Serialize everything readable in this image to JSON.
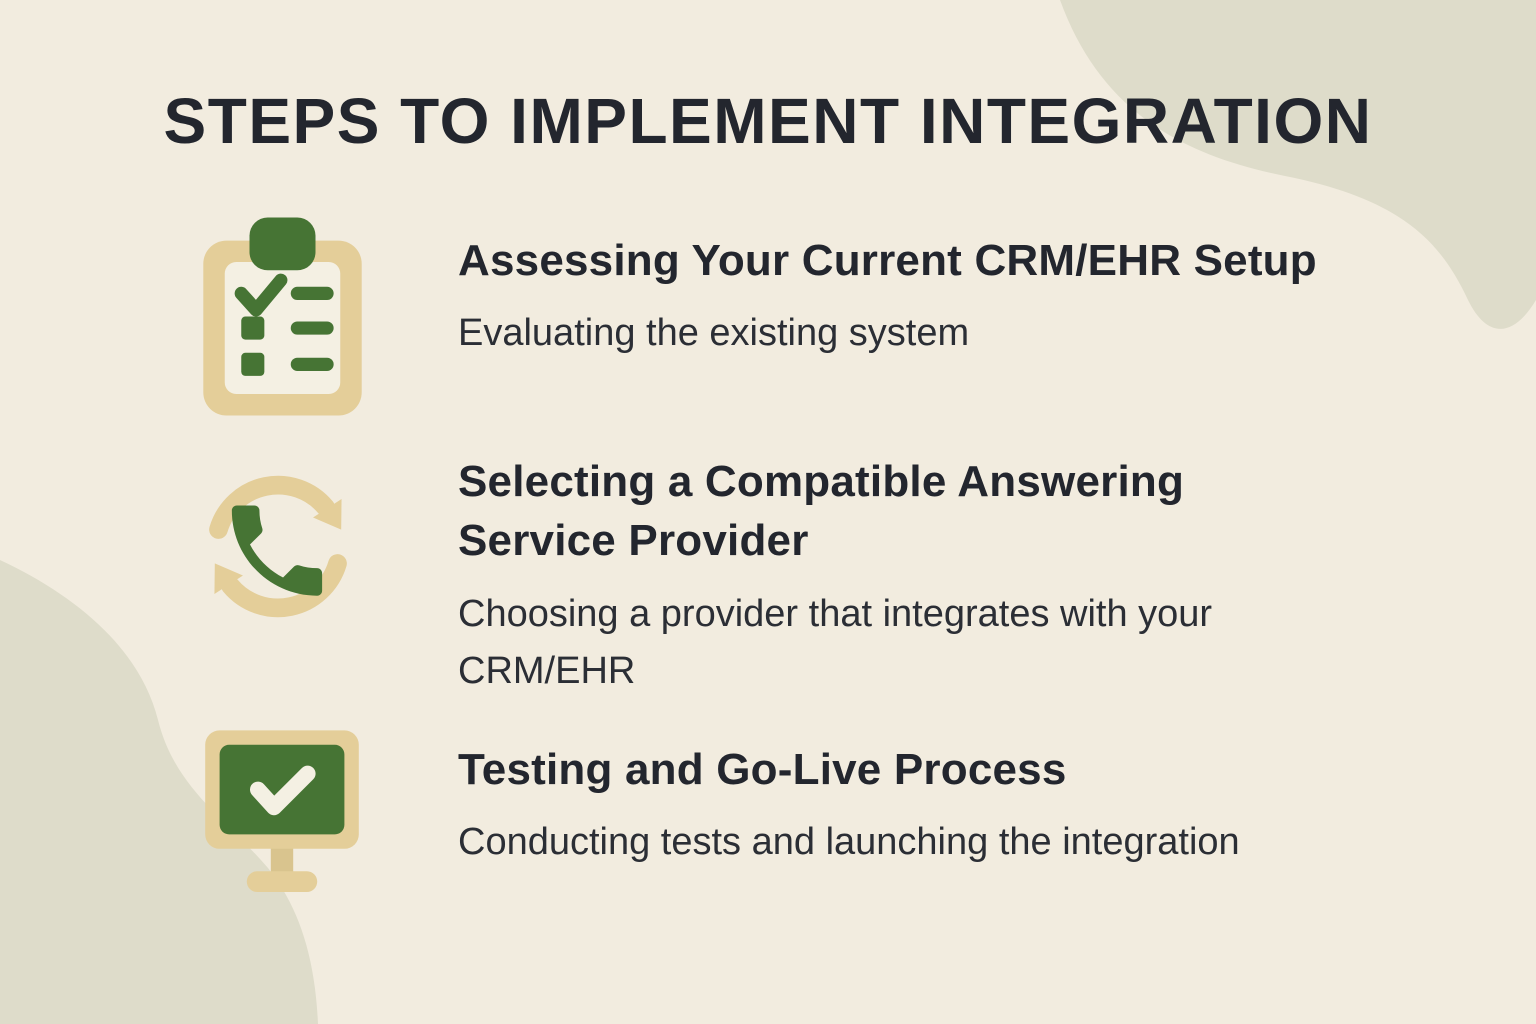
{
  "title": "STEPS TO IMPLEMENT INTEGRATION",
  "colors": {
    "background": "#f2ecdf",
    "blob": "#dedcca",
    "tan": "#e4ce99",
    "tan_dark": "#d9c48e",
    "green": "#467434",
    "paper": "#f4f0e3",
    "text_dark": "#23262e",
    "text_body": "#2b2e35"
  },
  "steps": [
    {
      "icon": "checklist-clipboard-icon",
      "heading": "Assessing Your Current CRM/EHR Setup",
      "description": "Evaluating the existing system"
    },
    {
      "icon": "phone-sync-icon",
      "heading": "Selecting a Compatible Answering Service Provider",
      "description": "Choosing a provider that integrates with your CRM/EHR"
    },
    {
      "icon": "monitor-check-icon",
      "heading": "Testing and Go-Live Process",
      "description": "Conducting tests and launching the integration"
    }
  ]
}
